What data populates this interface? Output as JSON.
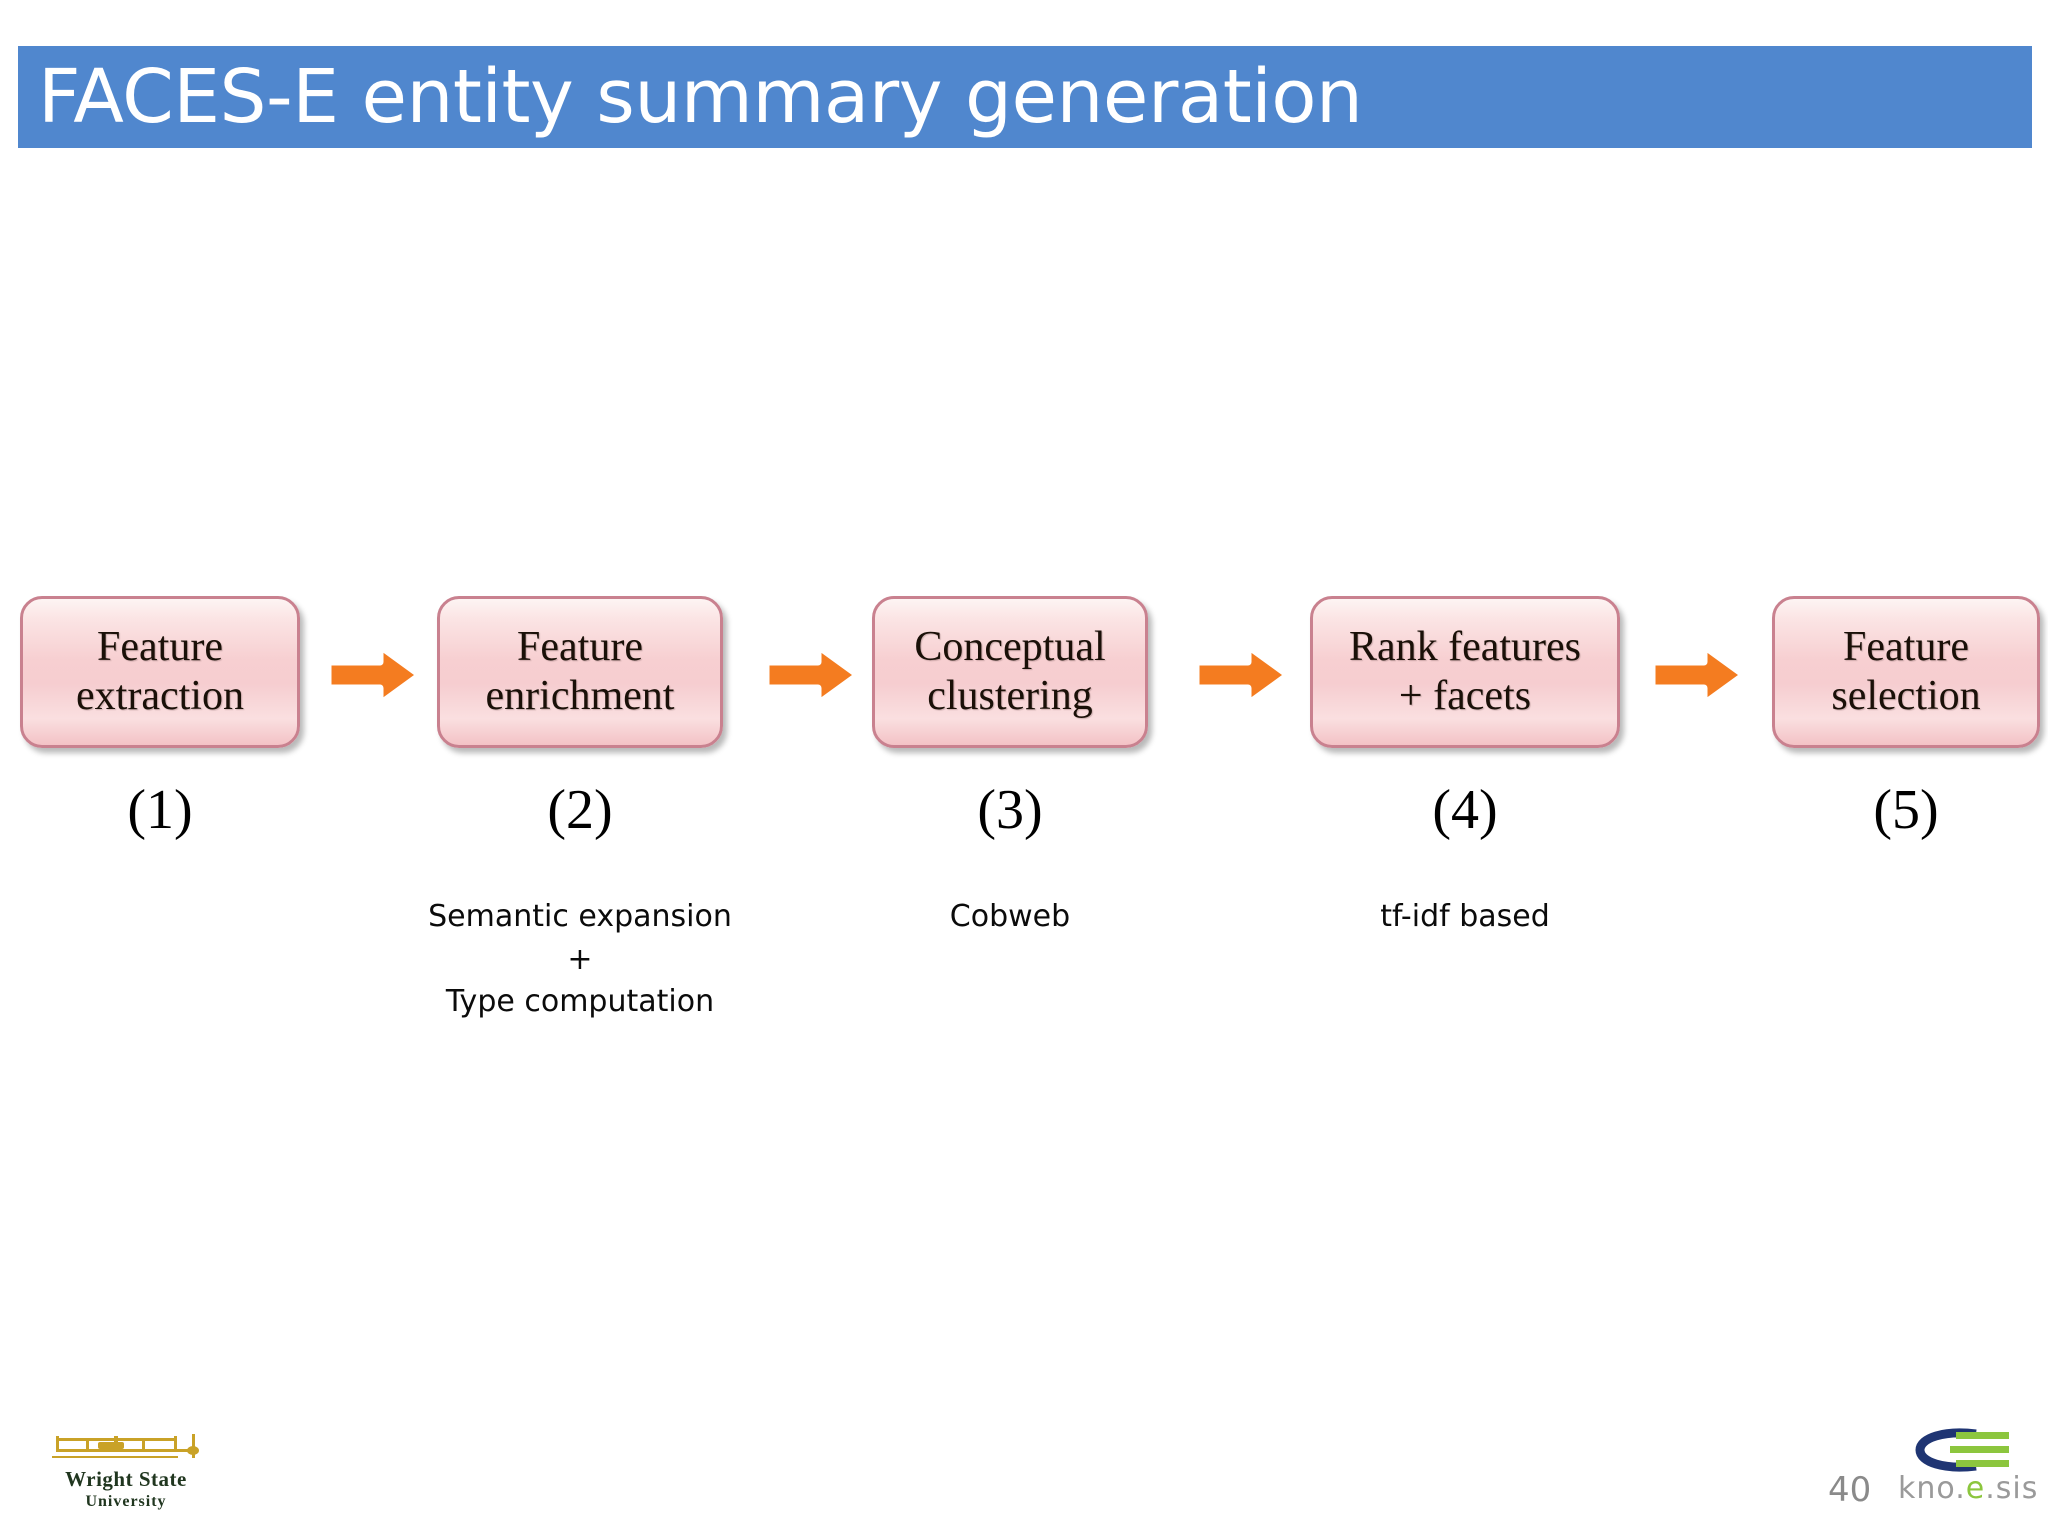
{
  "slide": {
    "title": "FACES-E entity summary generation",
    "title_bar_color": "#5087CE",
    "background_color": "#FFFFFF",
    "page_number": "40"
  },
  "pipeline": {
    "arrow_color": "#F47C20",
    "box_border_color": "#C9818F",
    "box_fill_color": "#F7CFD1",
    "stages": [
      {
        "label": "Feature\nextraction",
        "number": "(1)",
        "caption": ""
      },
      {
        "label": "Feature\nenrichment",
        "number": "(2)",
        "caption": "Semantic expansion\n+\nType computation"
      },
      {
        "label": "Conceptual\nclustering",
        "number": "(3)",
        "caption": "Cobweb"
      },
      {
        "label": "Rank features\n+ facets",
        "number": "(4)",
        "caption": "tf-idf based"
      },
      {
        "label": "Feature\nselection",
        "number": "(5)",
        "caption": ""
      }
    ]
  },
  "footer": {
    "wsu_logo": {
      "line1": "Wright State",
      "line2": "University",
      "mark_color": "#C9A227",
      "text_color": "#20361F"
    },
    "knoesis_logo": {
      "wordmark_prefix": "kno.",
      "wordmark_accent": "e",
      "wordmark_suffix": ".sis",
      "arc_color": "#1F3573",
      "bar_color": "#8CC63E"
    }
  }
}
